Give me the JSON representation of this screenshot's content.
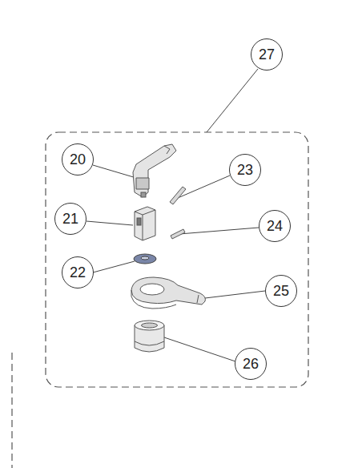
{
  "diagram": {
    "nodes": [
      {
        "text": [
          "27"
        ]
      },
      {
        "text": [
          "20"
        ]
      },
      {
        "text": [
          "23"
        ]
      },
      {
        "text": [
          "21"
        ]
      },
      {
        "text": [
          "24"
        ]
      },
      {
        "text": [
          "22"
        ]
      },
      {
        "text": [
          "25"
        ]
      },
      {
        "text": [
          "26"
        ]
      }
    ]
  }
}
